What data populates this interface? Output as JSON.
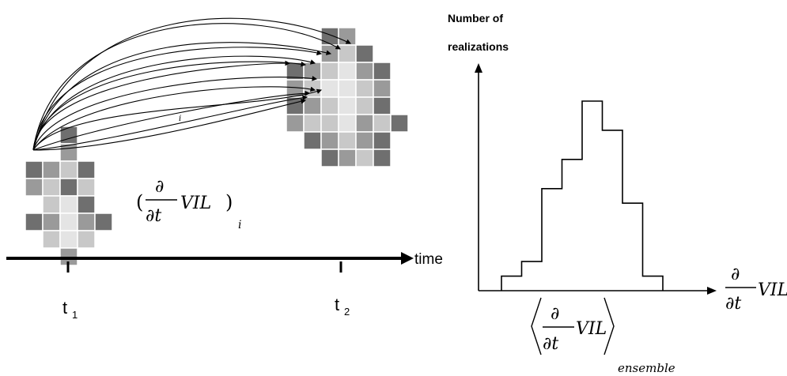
{
  "time_axis": {
    "label": "time",
    "t1": "t",
    "t1_sub": "1",
    "t2": "t",
    "t2_sub": "2"
  },
  "trajectory_label": "i",
  "left_expression": {
    "partial": "∂",
    "dt": "∂t",
    "open_paren": "(",
    "var": "VIL",
    "close_paren": ")",
    "subscript": "i"
  },
  "histogram": {
    "ylabel_line1": "Number of",
    "ylabel_line2": "realizations",
    "xlabel_partial": "∂",
    "xlabel_dt": "∂t",
    "xlabel_var": "VIL",
    "mean_partial": "∂",
    "mean_dt": "∂t",
    "mean_var": "VIL",
    "mean_subscript": "ensemble"
  },
  "chart_data": {
    "type": "histogram",
    "bins": 8,
    "values": [
      1,
      2,
      7,
      9,
      13,
      11,
      6,
      1
    ],
    "xlabel": "∂/∂t VIL",
    "ylabel": "Number of realizations",
    "annotation": "⟨∂/∂t VIL⟩ ensemble"
  },
  "colors": {
    "ink": "#000000",
    "cell_dark": "#6f6f6f",
    "cell_mid": "#9a9a9a",
    "cell_light": "#c8c8c8",
    "cell_pale": "#e4e4e4"
  }
}
